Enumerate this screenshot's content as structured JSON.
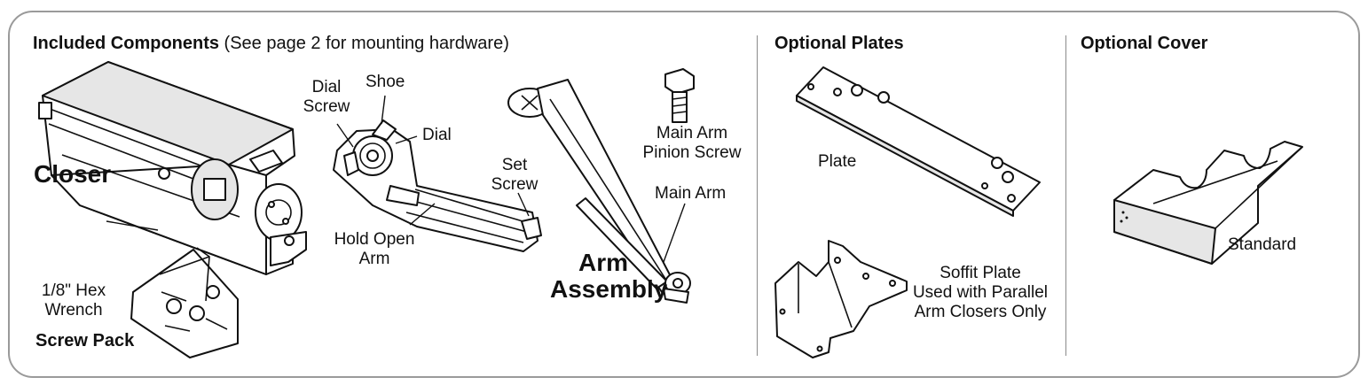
{
  "sections": {
    "included": {
      "title": "Included Components",
      "subtitle": " (See page 2 for mounting hardware)"
    },
    "plates": {
      "title": "Optional Plates"
    },
    "cover": {
      "title": "Optional Cover"
    }
  },
  "labels": {
    "closer": "Closer",
    "dial_screw_line1": "Dial",
    "dial_screw_line2": "Screw",
    "shoe": "Shoe",
    "dial": "Dial",
    "set_screw_line1": "Set",
    "set_screw_line2": "Screw",
    "hold_open_line1": "Hold Open",
    "hold_open_line2": "Arm",
    "main_arm_pinion_line1": "Main Arm",
    "main_arm_pinion_line2": "Pinion Screw",
    "main_arm": "Main Arm",
    "arm_assembly_line1": "Arm",
    "arm_assembly_line2": "Assembly",
    "hex_wrench_line1": "1/8\" Hex",
    "hex_wrench_line2": "Wrench",
    "screw_pack": "Screw Pack",
    "plate": "Plate",
    "soffit_line1": "Soffit Plate",
    "soffit_line2": "Used with Parallel",
    "soffit_line3": "Arm Closers Only",
    "standard": "Standard"
  }
}
